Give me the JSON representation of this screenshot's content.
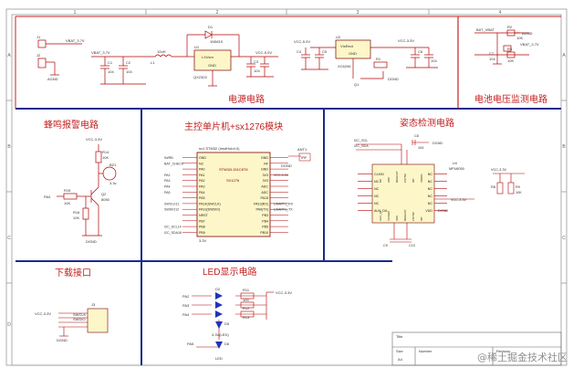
{
  "frame": {
    "col_numbers": [
      "1",
      "2",
      "3",
      "4"
    ],
    "row_letters": [
      "A",
      "B",
      "C",
      "D"
    ]
  },
  "sections": {
    "power": "电源电路",
    "battery_monitor": "电池电压监测电路",
    "buzzer": "蜂鸣报警电路",
    "mcu": "主控单片机+sx1276模块",
    "attitude": "姿态检测电路",
    "download": "下载接口",
    "led": "LED显示电路"
  },
  "power": {
    "conn_top": "J1",
    "vbat_top": "VBAT_3.7V",
    "conn_bot": "J2",
    "agnd": "AGND",
    "vbat_mid": "VBAT_3.7V",
    "inductor": "L1",
    "inductor_val": "10uH",
    "diode": "D1",
    "diode_part": "1N5819",
    "reg": "U1",
    "reg_part": "LXVsm",
    "reg_gnd": "GND",
    "reg_footnote": "QX2303",
    "vout": "VCC-5.0V",
    "caps": [
      "C1",
      "C2",
      "C3"
    ],
    "cap_val": "104",
    "ldo_in": "VCC-5.0V",
    "ldo": "U2",
    "ldo_part": "VIsRect",
    "ldo_gnd": "GND",
    "ldo_out": "VCC-3.3V",
    "ldo_note": "XC6206",
    "ldo_caps": [
      "C4",
      "C5",
      "C6"
    ],
    "ldo_cap_val": "104",
    "q": "Q1",
    "r": "R1",
    "dgnd": "DGND"
  },
  "battery": {
    "label_in": "BAT_VBAT",
    "r_top": "R2",
    "r_top_val": "10K",
    "r_bot": "R3",
    "r_bot_val": "10K",
    "agnd": "AGND",
    "vbat": "VBAT_3.7V",
    "cap": "C7",
    "cap_val": "104"
  },
  "buzzer": {
    "vcc": "VCC-3.3V",
    "r14": "R14",
    "r14_val": "10K",
    "bz": "BZ1",
    "bz_val": "3.3v",
    "pa": "PA4",
    "r15": "R15",
    "r15_val": "10K",
    "q": "Q2",
    "q_part": "8050",
    "r16": "R16",
    "r16_val": "10K",
    "dgnd": "DGND"
  },
  "mcu": {
    "part_top": "sx1 STM32 (InsdHub4.0)",
    "chip_name": "STM32L151C8T6",
    "chip_sub": "SX1276",
    "left_nets": [
      "IN/RB",
      "BAT_CHECK",
      "",
      "PA2",
      "PA3",
      "PA4",
      "PA5",
      "",
      "SWCLK11",
      "SWDIO12",
      "",
      "",
      "I2C_SCL14",
      "I2C_SDA16"
    ],
    "left_pins": [
      "GND",
      "NC",
      "PA0",
      "PA1",
      "PA2",
      "PA3",
      "PA4",
      "PA5",
      "PA14(SWCLK)",
      "PA13(SWDIO)",
      "NRST",
      "PB7",
      "PB8",
      "PB9"
    ],
    "right_pins": [
      "GND",
      "RF",
      "GND",
      "3V3",
      "3V3",
      "ADC",
      "ADC",
      "PA15",
      "PA10(RX)",
      "PA9(TX)",
      "PB3",
      "PB4",
      "PB5",
      "PB10"
    ],
    "right_nets": [
      "",
      "",
      "",
      "VCC-3.3V",
      "",
      "",
      "",
      "",
      "USART1_RX",
      "USART1_TX",
      "",
      "",
      "",
      ""
    ],
    "dgnd": "DGND",
    "ant": "ANT1",
    "ant_lbl": "IRF",
    "bottom": "3.3V"
  },
  "attitude": {
    "net_scl": "I2C_SCL",
    "net_sda": "I2C_SDA",
    "cap": "C8",
    "cap_val": "104",
    "dgnd": "DGND",
    "chip": "U4",
    "chip_part": "MPU6050",
    "left_pins": [
      "CLKIN",
      "NC",
      "NC",
      "NC",
      "NC",
      "AUX_DA"
    ],
    "right_pins": [
      "NC",
      "NC",
      "NC",
      "NC",
      "NC",
      "VDD"
    ],
    "top_pins": [
      "NC",
      "AD0",
      "REGOUT",
      "FSYNC",
      "INT",
      "VDDIO"
    ],
    "bot_pins": [
      "AUX_CL",
      "VLOGIC",
      "AD0",
      "REGOUT",
      "FSYNC",
      "INT"
    ],
    "vcc": "VCC-3.3V",
    "gnd": "DGND",
    "r_right": [
      "R8",
      "R9"
    ],
    "r_val": "10K",
    "right_vcc": "VCC-3.3V",
    "caps_bottom": [
      "C9",
      "C10"
    ]
  },
  "download": {
    "vcc": "VCC-3.3V",
    "conn": "J3",
    "pins": [
      "SWCLK",
      "SWDIO"
    ],
    "gnd": "DGND"
  },
  "led": {
    "vcc": "VCC-3.3V",
    "nets": [
      "PA2",
      "PA3",
      "PA4"
    ],
    "led_names": [
      "D2",
      "D3",
      "D4"
    ],
    "res": [
      "R11",
      "R12",
      "R13"
    ],
    "res_val": "100",
    "pwr_led": "D5",
    "pwr_led_part": "3.3V(LED)",
    "pa_label": "PA5",
    "d6": "D6",
    "d6_lbl": "LED",
    "gnd": "DGND"
  },
  "title_block": {
    "title": "Title",
    "size": "Size",
    "size_val": "A4",
    "number": "Number",
    "revision": "Revision"
  },
  "watermark": "@稀土掘金技术社区"
}
